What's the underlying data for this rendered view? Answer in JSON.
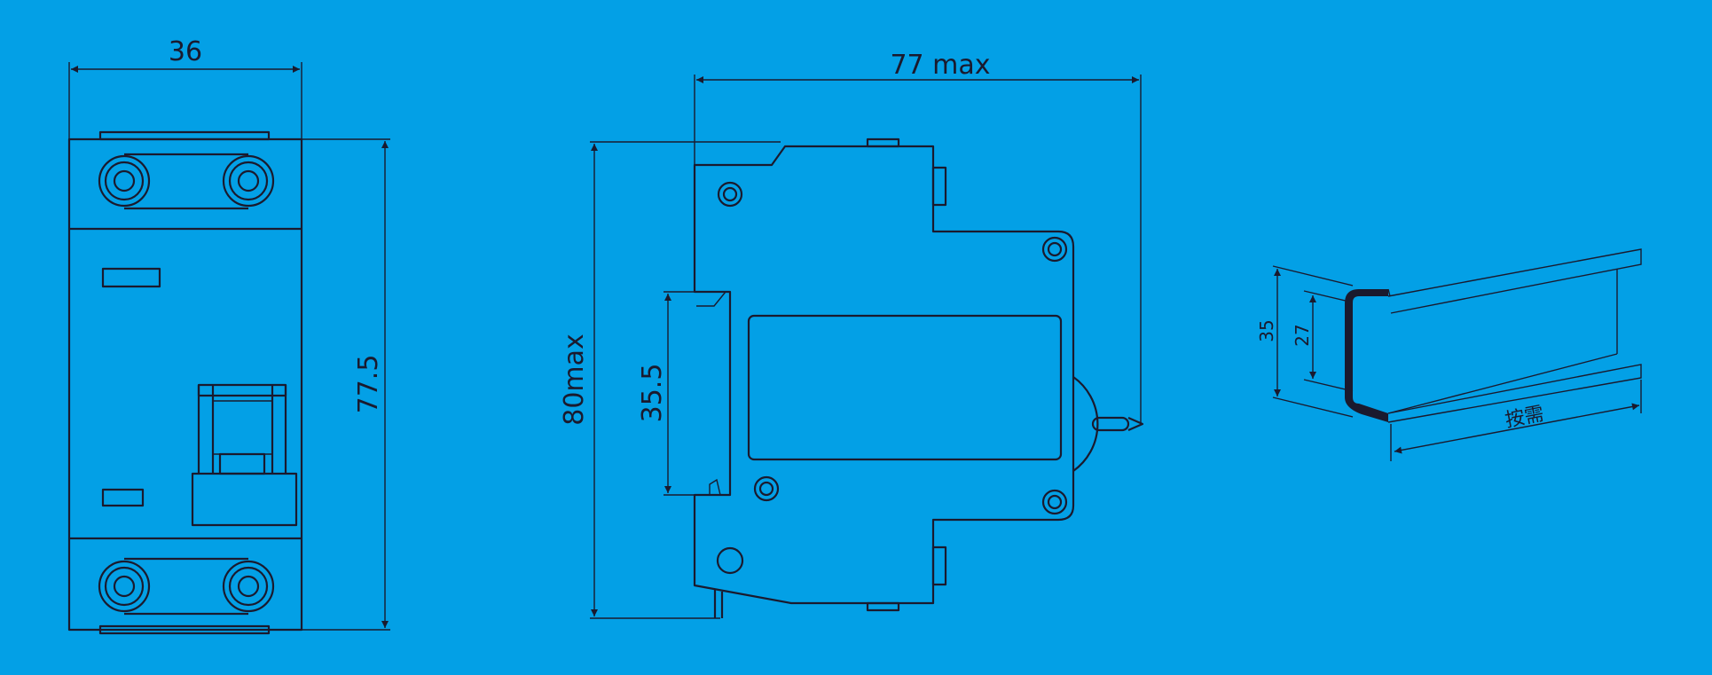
{
  "front_view": {
    "width_label": "36",
    "height_label": "77.5"
  },
  "side_view": {
    "depth_label": "77 max",
    "height_label": "80max",
    "rail_label": "35.5"
  },
  "din_rail": {
    "outer_height_label": "35",
    "inner_height_label": "27",
    "length_label": "按需"
  },
  "colors": {
    "background": "#03A0E6",
    "line": "#1a1a2e"
  }
}
